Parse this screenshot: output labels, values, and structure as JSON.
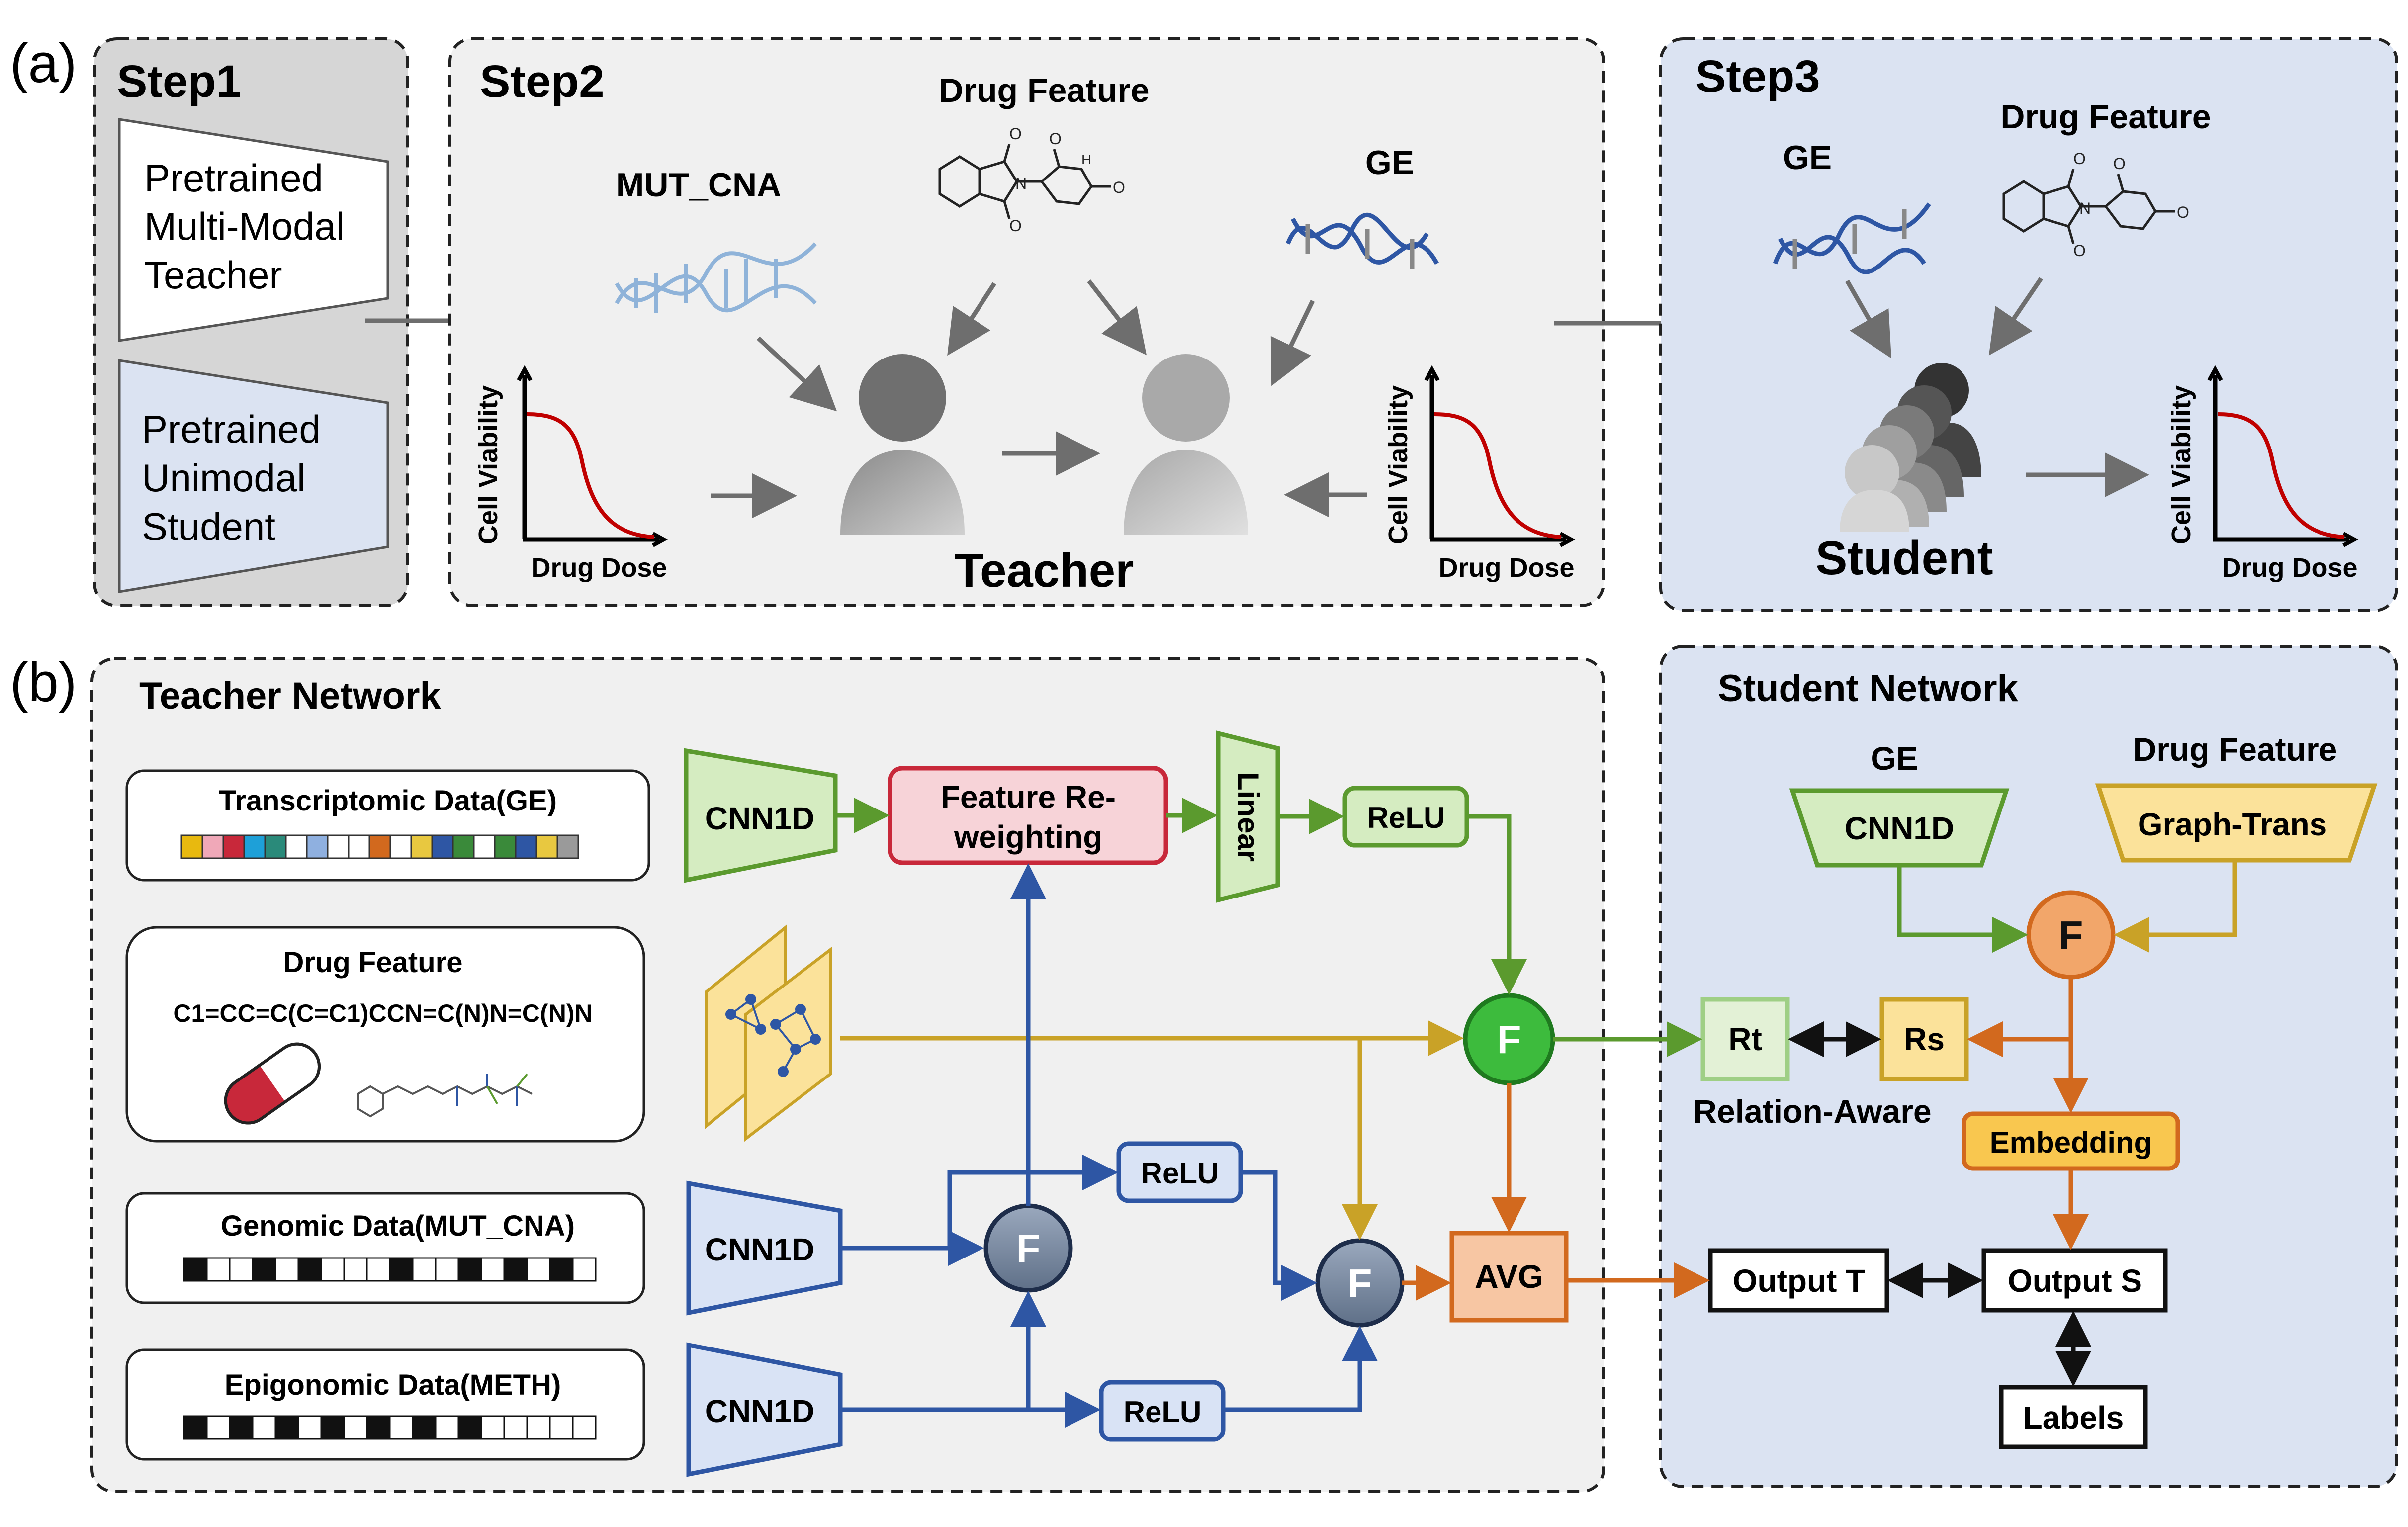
{
  "panel_a": {
    "label": "(a)",
    "step1": {
      "title": "Step1",
      "teacher_lines": [
        "Pretrained",
        "Multi-Modal",
        "Teacher"
      ],
      "student_lines": [
        "Pretrained",
        "Unimodal",
        "Student"
      ]
    },
    "step2": {
      "title": "Step2",
      "drug_feature": "Drug Feature",
      "mut_cna": "MUT_CNA",
      "ge": "GE",
      "teacher": "Teacher",
      "curve_left": {
        "ylabel": "Cell Viability",
        "xlabel": "Drug Dose"
      },
      "curve_right": {
        "ylabel": "Cell Viability",
        "xlabel": "Drug Dose"
      }
    },
    "step3": {
      "title": "Step3",
      "ge": "GE",
      "drug_feature": "Drug Feature",
      "student": "Student",
      "curve": {
        "ylabel": "Cell Viability",
        "xlabel": "Drug Dose"
      }
    }
  },
  "panel_b": {
    "label": "(b)",
    "teacher_network": {
      "title": "Teacher Network",
      "inputs": {
        "ge": "Transcriptomic Data(GE)",
        "drug_title": "Drug Feature",
        "smiles": "C1=CC=C(C=C1)CCN=C(N)N=C(N)N",
        "mut": "Genomic Data(MUT_CNA)",
        "meth": "Epigonomic Data(METH)"
      },
      "blocks": {
        "cnn_ge": "CNN1D",
        "feature_reweighting_line1": "Feature Re-",
        "feature_reweighting_line2": "weighting",
        "linear": "Linear",
        "relu_ge": "ReLU",
        "cnn_mut": "CNN1D",
        "cnn_meth": "CNN1D",
        "relu_mut": "ReLU",
        "relu_meth": "ReLU",
        "fusion": "F",
        "avg": "AVG"
      }
    },
    "student_network": {
      "title": "Student Network",
      "ge": "GE",
      "drug_feature": "Drug Feature",
      "cnn": "CNN1D",
      "graph_trans": "Graph-Trans",
      "fusion": "F",
      "rt": "Rt",
      "rs": "Rs",
      "relation_aware": "Relation-Aware",
      "embedding": "Embedding",
      "output_t": "Output T",
      "output_s": "Output S",
      "labels": "Labels"
    }
  },
  "colors": {
    "green": "#5b9a2e",
    "green_fill": "#d5ecc1",
    "blue": "#2e56a4",
    "blue_fill": "#d9e3f5",
    "red": "#c8283a",
    "red_fill": "#f7d3d8",
    "orange": "#d2691e",
    "orange_fill": "#f7c6a3",
    "gold": "#c9a227",
    "yellow_fill": "#fbe29a",
    "fusion_gray": "#7d8fa8",
    "step_gray": "#d6d6d6",
    "step_light": "#f0f0f0",
    "step_blue": "#dbe3f2"
  },
  "icons": [
    "dna-icon",
    "molecule-icon",
    "person-icon",
    "pill-icon",
    "graph-layer-icon",
    "dose-response-curve-icon"
  ]
}
